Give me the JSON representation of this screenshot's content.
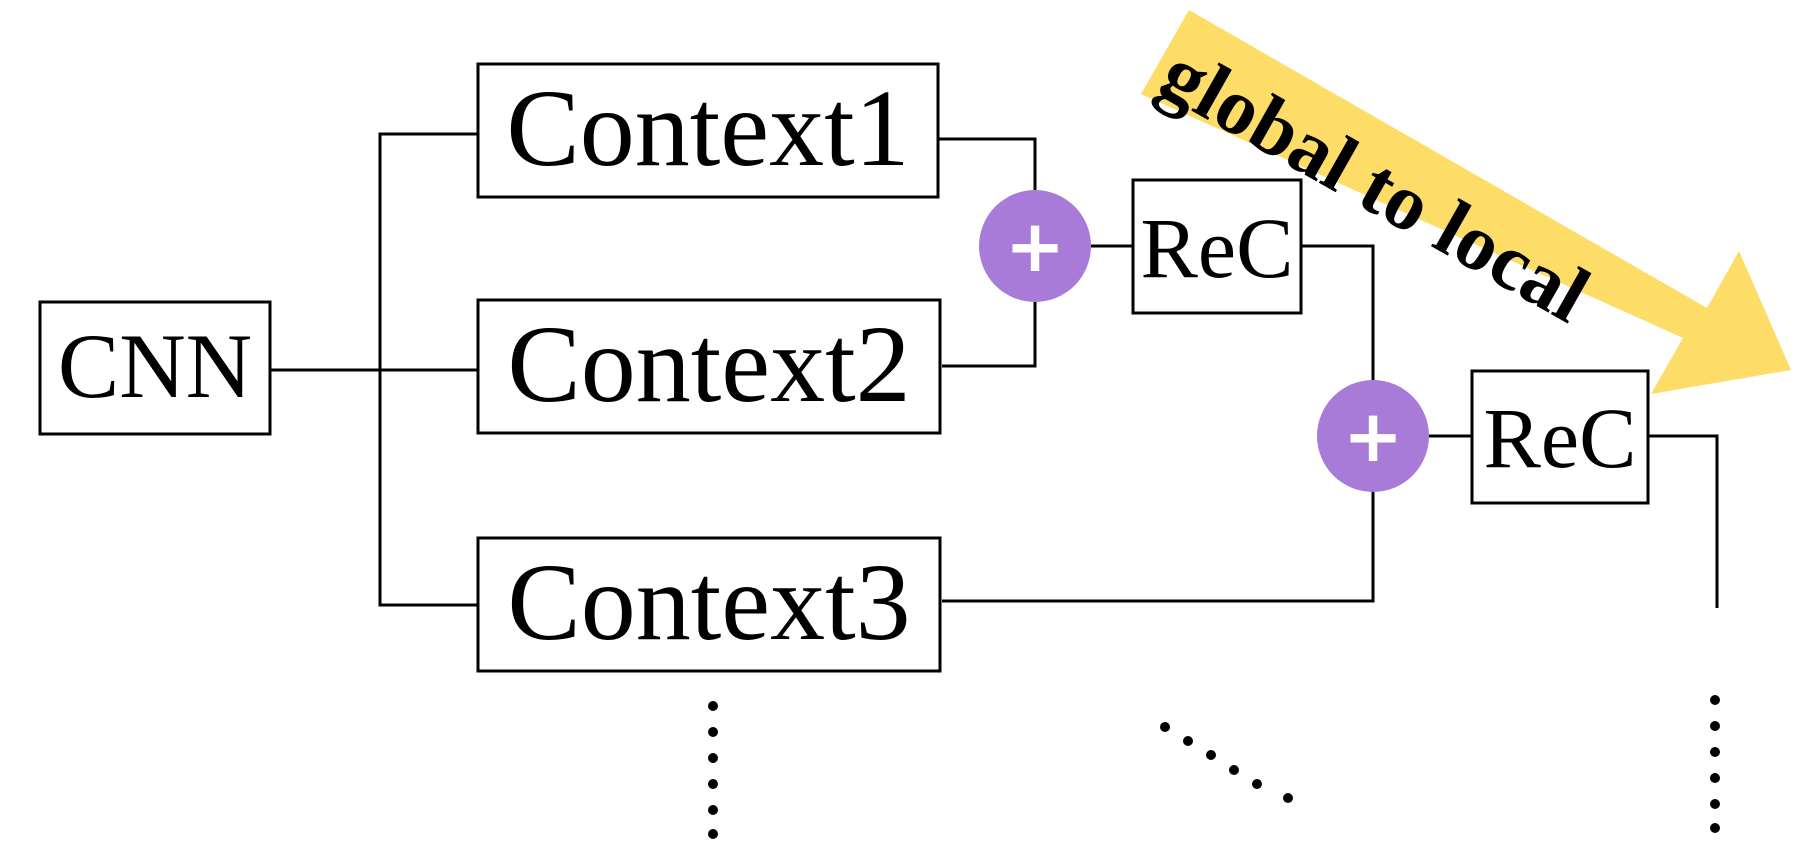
{
  "nodes": {
    "cnn": "CNN",
    "context1": "Context1",
    "context2": "Context2",
    "context3": "Context3",
    "rec1": "ReC",
    "rec2": "ReC"
  },
  "operators": {
    "sum1": "+",
    "sum2": "+"
  },
  "banner": {
    "text": "global to local"
  },
  "colors": {
    "sum_node": "#a97bd8",
    "banner": "#fdd95c"
  }
}
